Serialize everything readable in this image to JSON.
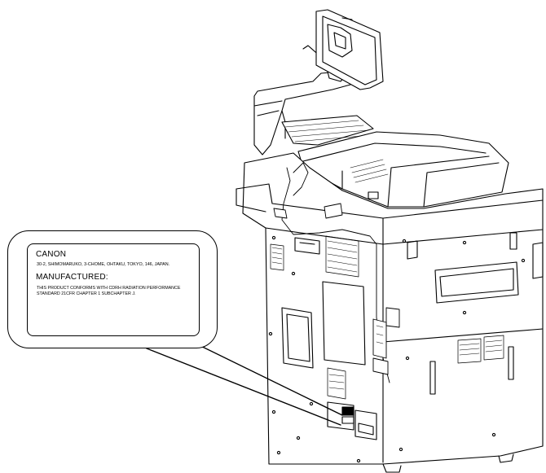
{
  "label": {
    "brand": "CANON",
    "address": "30-2, SHIMOMARUKO, 3-CHOME, OHTAKU, TOKYO, 146, JAPAN.",
    "manufactured": "MANUFACTURED:",
    "compliance": "THIS PRODUCT CONFORMS WITH CDRH RADIATION PERFORMANCE STANDARD 21CFR CHAPTER 1 SUBCHAPTER J."
  },
  "colors": {
    "line": "#000000",
    "background": "#ffffff"
  },
  "icons": [
    "copier-machine-illustration",
    "control-panel-arm",
    "label-location-marker"
  ]
}
